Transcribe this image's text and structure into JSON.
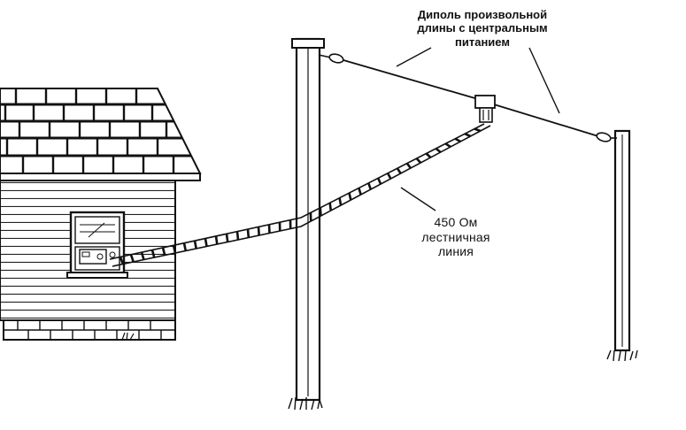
{
  "dipole_label": {
    "line1": "Диполь произвольной",
    "line2": "длины с центральным",
    "line3": "питанием"
  },
  "feedline_label": {
    "line1": "450 Ом",
    "line2": "лестничная",
    "line3": "линия"
  },
  "colors": {
    "ink": "#111111",
    "background": "#ffffff"
  }
}
